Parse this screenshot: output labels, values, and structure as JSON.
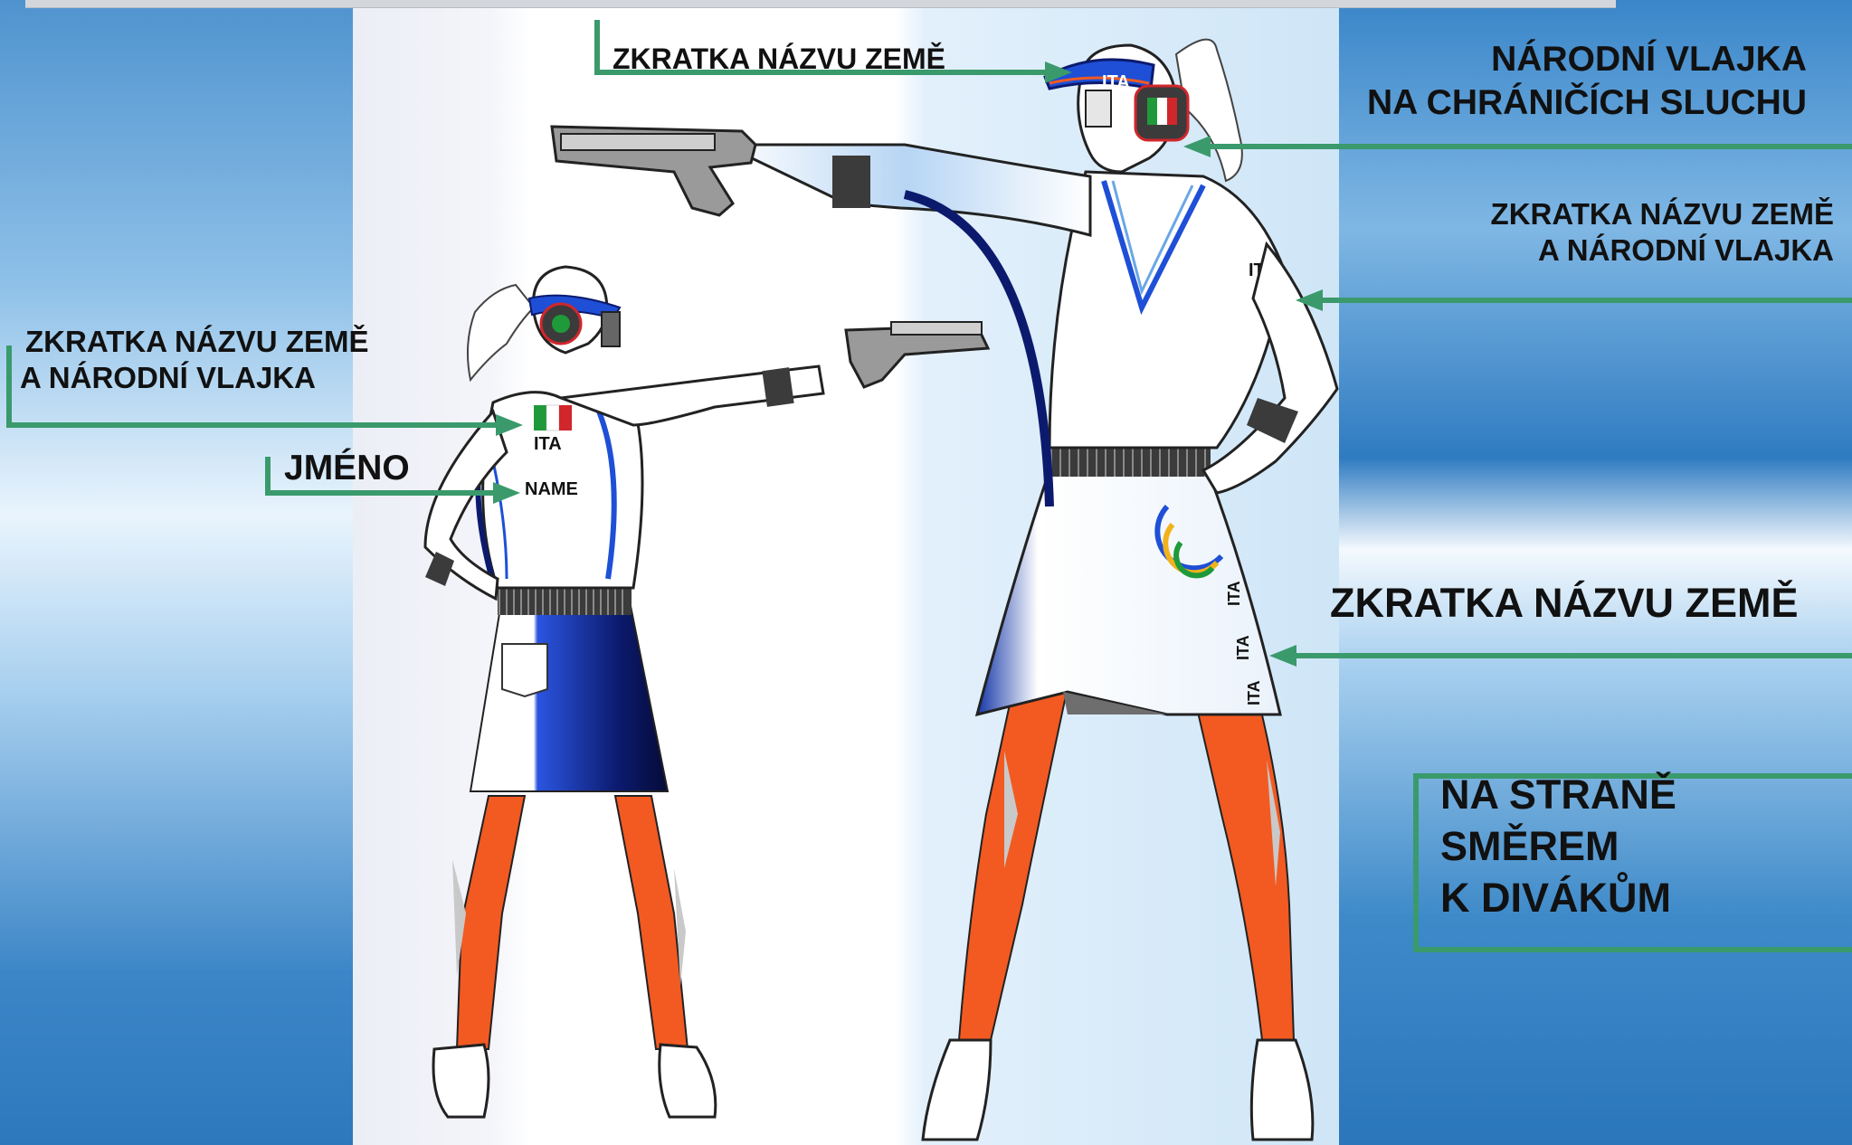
{
  "labels": {
    "top_center": "ZKRATKA NÁZVU ZEMĚ",
    "right_1_line1": "NÁRODNÍ VLAJKA",
    "right_1_line2": "NA CHRÁNIČÍCH SLUCHU",
    "right_2_line1": "ZKRATKA NÁZVU ZEMĚ",
    "right_2_line2": "A NÁRODNÍ VLAJKA",
    "left_1_line1": "ZKRATKA NÁZVU ZEMĚ",
    "left_1_line2": "A NÁRODNÍ VLAJKA",
    "left_2": "JMÉNO",
    "right_3": "ZKRATKA NÁZVU ZEMĚ",
    "right_4_line1": "NA STRANĚ",
    "right_4_line2": "SMĚREM",
    "right_4_line3": "K DIVÁKŮM"
  },
  "figure_text": {
    "country_code": "ITA",
    "name_tag": "NAME"
  },
  "colors": {
    "arrow": "#3a9a6c",
    "navy": "#0c1a6e",
    "blue": "#1e4fd6",
    "orange": "#f25a22",
    "flag_green": "#1f9a3a",
    "flag_red": "#d1262b"
  }
}
